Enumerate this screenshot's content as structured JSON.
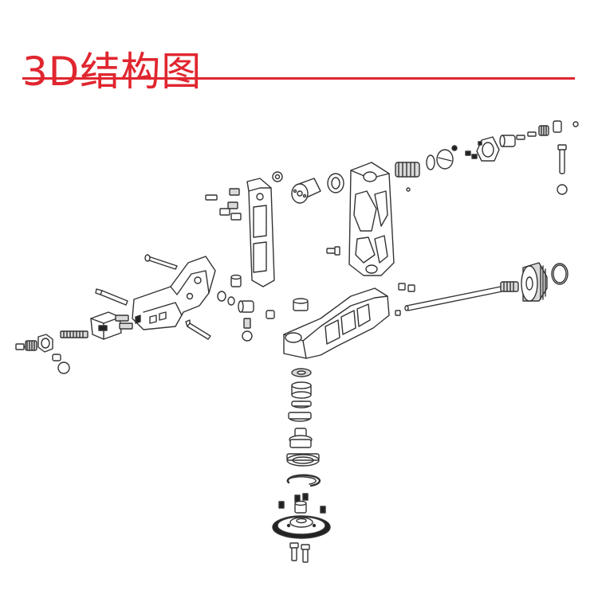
{
  "header": {
    "title": "3D结构图"
  },
  "colors": {
    "accent": "#e0262f",
    "line": "#333333",
    "fill": "#ffffff",
    "shade": "#d9d9d9",
    "dark": "#222222"
  },
  "diagram": {
    "style": "exploded-view line drawing",
    "parts": [
      "screw",
      "nut",
      "ball-joint",
      "bracket",
      "hex-key",
      "clamp-block",
      "side-plate",
      "upper-arm",
      "spacer",
      "bearing",
      "spring",
      "washer",
      "end-cap",
      "pin",
      "main-arm",
      "shaft",
      "roller",
      "o-ring",
      "snap-ring",
      "coupler",
      "pulley"
    ]
  }
}
